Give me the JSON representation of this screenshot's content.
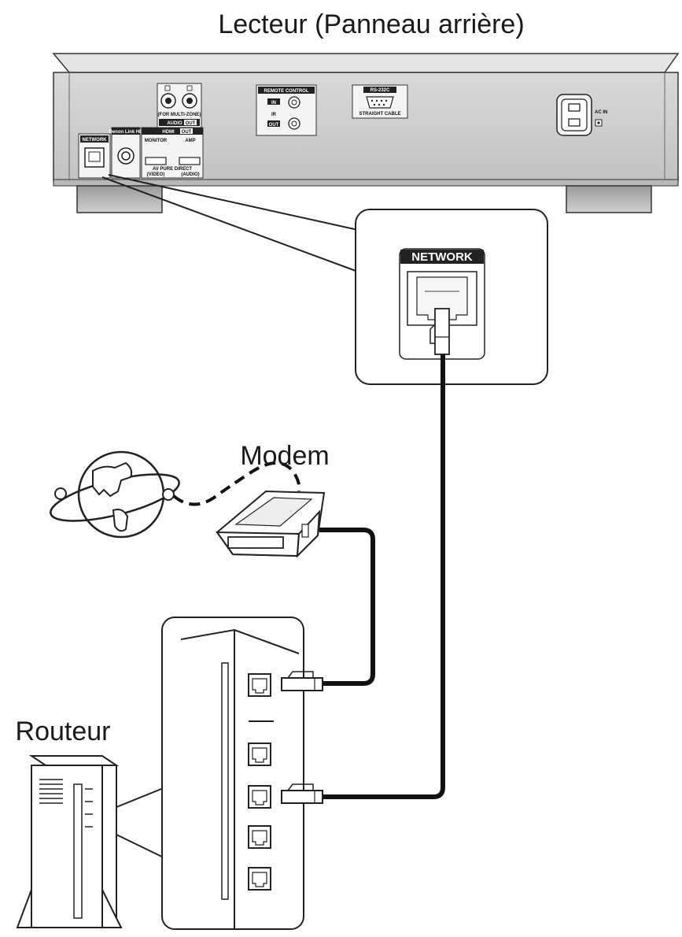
{
  "title": "Lecteur (Panneau arrière)",
  "labels": {
    "modem": "Modem",
    "router": "Routeur",
    "network_callout": "NETWORK"
  },
  "rear_panel": {
    "network": "NETWORK",
    "denon_link": "Denon Link HD",
    "hdmi": "HDMI",
    "hdmi_badge": "OUT",
    "monitor": "MONITOR",
    "amp": "AMP",
    "av_pure_direct": "AV PURE DIRECT",
    "video": "(VIDEO)",
    "audio_paren": "(AUDIO)",
    "multizone": "(FOR MULTI-ZONE)",
    "audio_out": "AUDIO",
    "audio_badge": "OUT",
    "remote_control": "REMOTE CONTROL",
    "rc_in": "IN",
    "rc_ir": "IR",
    "rc_out": "OUT",
    "rs232c": "RS-232C",
    "straight_cable": "STRAIGHT CABLE",
    "ac_in": "AC IN"
  }
}
